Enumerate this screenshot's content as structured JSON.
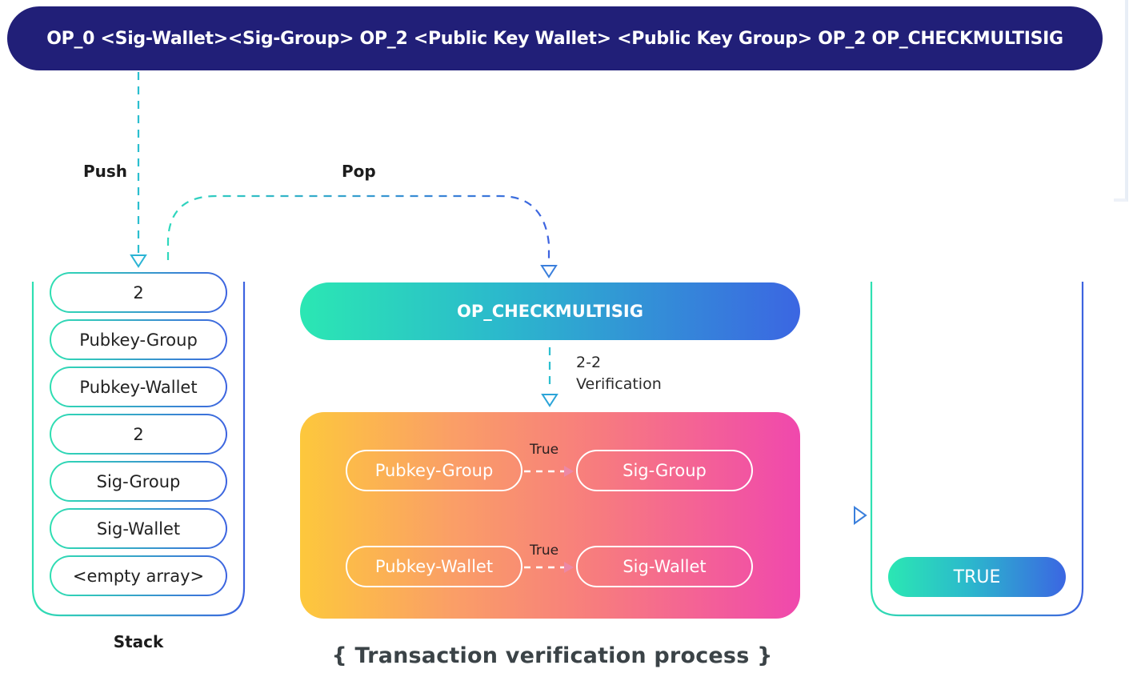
{
  "script": {
    "text": "OP_0 <Sig-Wallet><Sig-Group> OP_2 <Public Key Wallet> <Public Key Group> OP_2 OP_CHECKMULTISIG"
  },
  "arrows": {
    "push_label": "Push",
    "pop_label": "Pop",
    "verification_label_line1": "2-2",
    "verification_label_line2": "Verification"
  },
  "stack": {
    "title": "Stack",
    "items": [
      "2",
      "Pubkey-Group",
      "Pubkey-Wallet",
      "2",
      "Sig-Group",
      "Sig-Wallet",
      "<empty array>"
    ]
  },
  "operation": {
    "label": "OP_CHECKMULTISIG"
  },
  "verification": {
    "pairs": [
      {
        "pubkey": "Pubkey-Group",
        "result": "True",
        "sig": "Sig-Group"
      },
      {
        "pubkey": "Pubkey-Wallet",
        "result": "True",
        "sig": "Sig-Wallet"
      }
    ]
  },
  "result_stack": {
    "items": [
      "TRUE"
    ]
  },
  "caption": {
    "open_brace": "{",
    "text": "Transaction verification process",
    "close_brace": "}"
  },
  "colors": {
    "script_bar": "#211f78",
    "teal": "#2be7b3",
    "blue": "#3b66e2",
    "gradient_yellow": "#fdc83c",
    "gradient_pink": "#f048ad"
  }
}
